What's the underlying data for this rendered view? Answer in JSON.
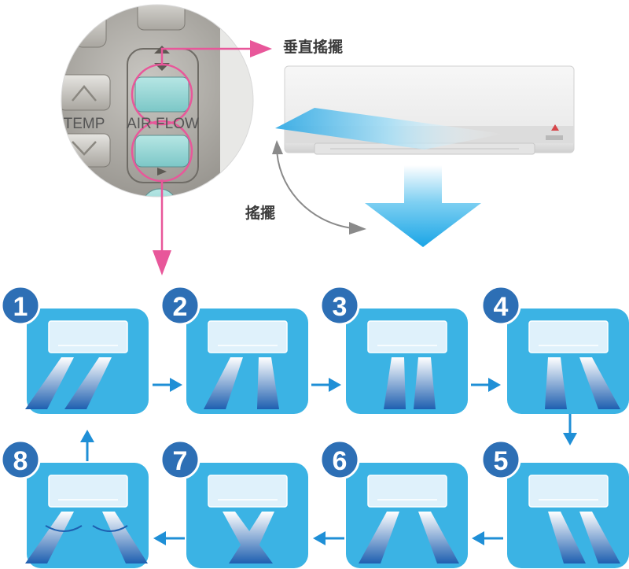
{
  "labels": {
    "vertical_swing": "垂直搖擺",
    "swing": "搖擺"
  },
  "remote": {
    "temp_label": "TEMP",
    "airflow_label": "AIR FLOW"
  },
  "steps": [
    {
      "number": "1"
    },
    {
      "number": "2"
    },
    {
      "number": "3"
    },
    {
      "number": "4"
    },
    {
      "number": "5"
    },
    {
      "number": "6"
    },
    {
      "number": "7"
    },
    {
      "number": "8"
    }
  ],
  "colors": {
    "panel": "#3bb3e4",
    "badge": "#2d6fb5",
    "flow_arrow": "#1f8fd6",
    "pointer": "#e8579a",
    "airflow_dark": "#1e5fb0"
  }
}
